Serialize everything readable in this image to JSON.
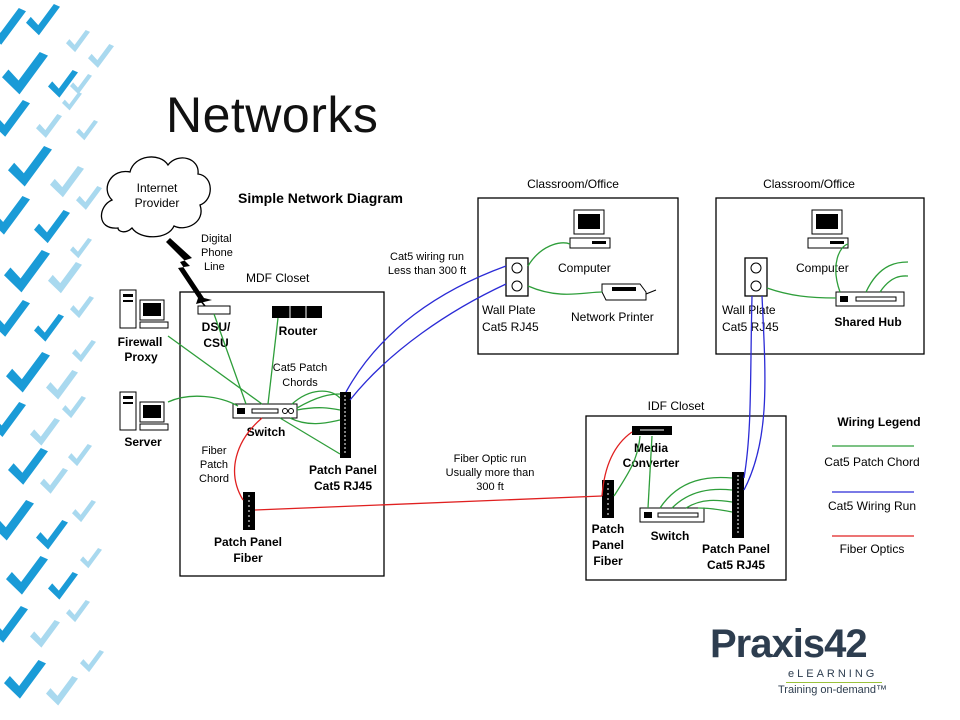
{
  "slide": {
    "title": "Networks"
  },
  "diagram": {
    "title": "Simple Network Diagram",
    "cloud_line1": "Internet",
    "cloud_line2": "Provider",
    "phone_line1": "Digital",
    "phone_line2": "Phone",
    "phone_line3": "Line",
    "mdf_title": "MDF Closet",
    "firewall_line1": "Firewall",
    "firewall_line2": "Proxy",
    "server": "Server",
    "dsu_line1": "DSU/",
    "dsu_line2": "CSU",
    "router": "Router",
    "patch_chords_line1": "Cat5 Patch",
    "patch_chords_line2": "Chords",
    "switch": "Switch",
    "patch_panel_cat5_line1": "Patch Panel",
    "patch_panel_cat5_line2": "Cat5 RJ45",
    "fiber_chord_line1": "Fiber",
    "fiber_chord_line2": "Patch",
    "fiber_chord_line3": "Chord",
    "patch_panel_fiber_line1": "Patch Panel",
    "patch_panel_fiber_line2": "Fiber",
    "wiring_run_line1": "Cat5 wiring run",
    "wiring_run_line2": "Less than 300 ft",
    "fiber_run_line1": "Fiber Optic run",
    "fiber_run_line2": "Usually more than",
    "fiber_run_line3": "300 ft",
    "room1_title": "Classroom/Office",
    "room1_computer": "Computer",
    "room1_wallplate_line1": "Wall Plate",
    "room1_wallplate_line2": "Cat5 RJ45",
    "room1_printer": "Network Printer",
    "room2_title": "Classroom/Office",
    "room2_computer": "Computer",
    "room2_wallplate_line1": "Wall Plate",
    "room2_wallplate_line2": "Cat5 RJ45",
    "room2_hub": "Shared Hub",
    "idf_title": "IDF Closet",
    "media_line1": "Media",
    "media_line2": "Converter",
    "idf_fiber_line1": "Patch",
    "idf_fiber_line2": "Panel",
    "idf_fiber_line3": "Fiber",
    "idf_switch": "Switch",
    "idf_patch_line1": "Patch Panel",
    "idf_patch_line2": "Cat5 RJ45",
    "legend_title": "Wiring Legend",
    "legend_chord": "Cat5 Patch Chord",
    "legend_run": "Cat5 Wiring Run",
    "legend_fiber": "Fiber Optics"
  },
  "colors": {
    "patch_chord": "#2e9e3a",
    "wiring_run": "#2b2bd6",
    "fiber": "#e02020",
    "check_dark": "#1a9bd7",
    "check_light": "#a9d9ef"
  },
  "logo": {
    "brand_word": "Praxis",
    "brand_number": "42",
    "subline": "eLEARNING",
    "tagline": "Training on-demand™"
  }
}
